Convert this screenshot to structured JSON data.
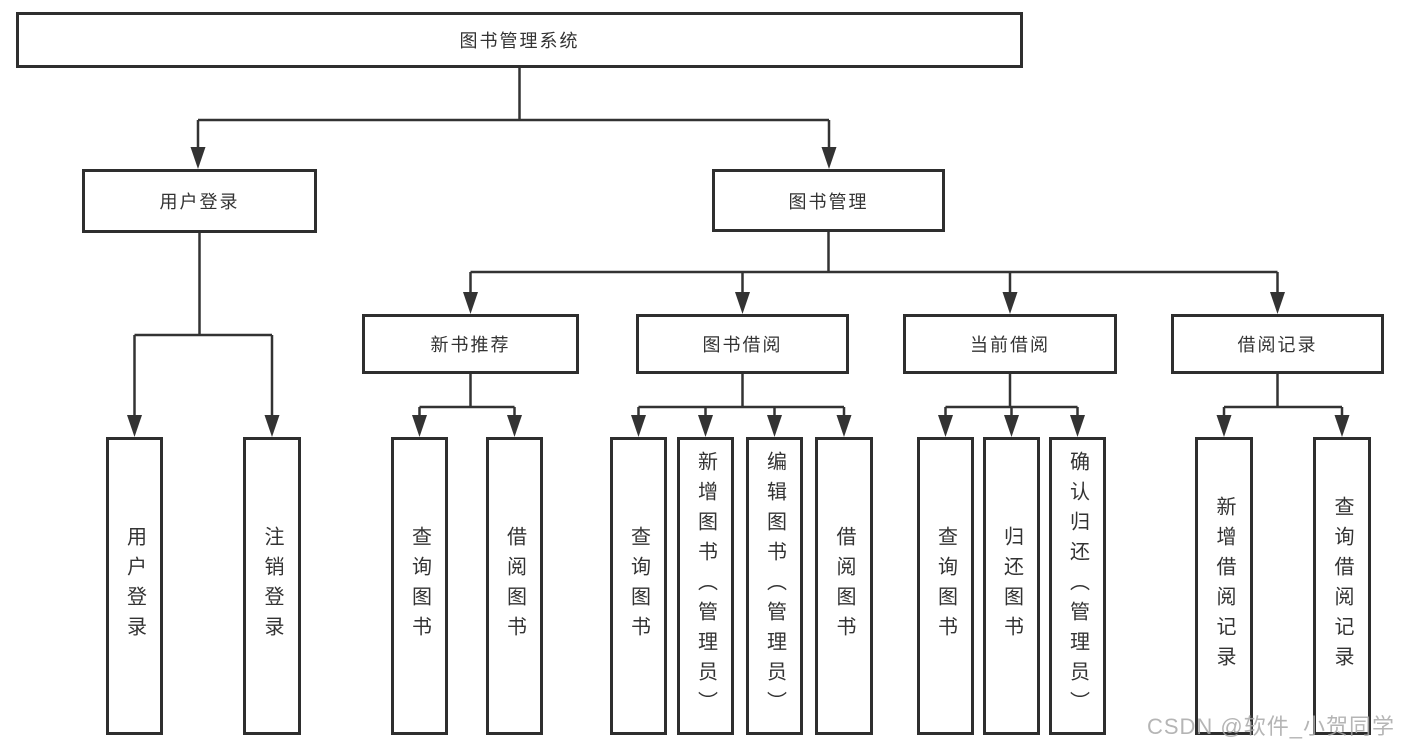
{
  "diagram": {
    "type": "hierarchy-tree",
    "colors": {
      "line": "#333333",
      "box_border": "#2e2e2e",
      "box_fill": "#ffffff",
      "text": "#333333",
      "watermark_text": "#a8a8a8"
    },
    "tree": {
      "label": "图书管理系统",
      "children": [
        {
          "label": "用户登录",
          "children": [
            {
              "label": "用户登录"
            },
            {
              "label": "注销登录"
            }
          ]
        },
        {
          "label": "图书管理",
          "children": [
            {
              "label": "新书推荐",
              "children": [
                {
                  "label": "查询图书"
                },
                {
                  "label": "借阅图书"
                }
              ]
            },
            {
              "label": "图书借阅",
              "children": [
                {
                  "label": "查询图书"
                },
                {
                  "label": "新增图书（管理员）"
                },
                {
                  "label": "编辑图书（管理员）"
                },
                {
                  "label": "借阅图书"
                }
              ]
            },
            {
              "label": "当前借阅",
              "children": [
                {
                  "label": "查询图书"
                },
                {
                  "label": "归还图书"
                },
                {
                  "label": "确认归还（管理员）"
                }
              ]
            },
            {
              "label": "借阅记录",
              "children": [
                {
                  "label": "新增借阅记录"
                },
                {
                  "label": "查询借阅记录"
                }
              ]
            }
          ]
        }
      ]
    },
    "watermark": "CSDN @软件_小贺同学"
  }
}
